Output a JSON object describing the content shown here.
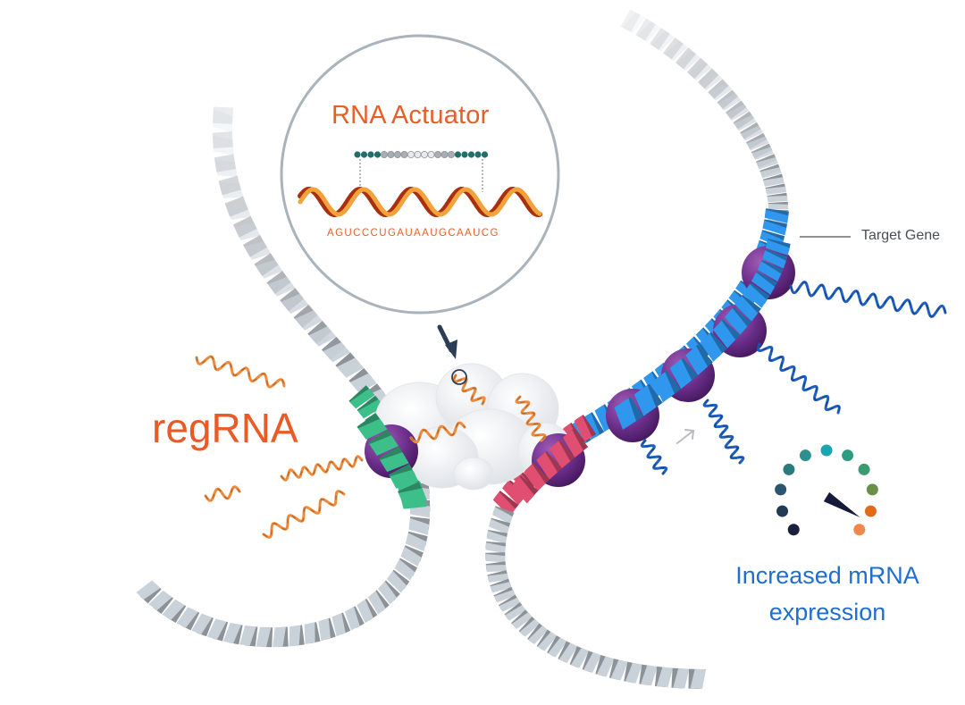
{
  "labels": {
    "rna_actuator": "RNA Actuator",
    "sequence": "AGUCCCUGAUAAUGCAAUCG",
    "regrna": "regRNA",
    "target_gene": "Target Gene",
    "increased_expression_line1": "Increased mRNA",
    "increased_expression_line2": "expression"
  },
  "colors": {
    "orange_text": "#e4602a",
    "blue_text": "#1f6fcf",
    "dark_text": "#4a4f57",
    "dna_gray": "#c9d1d9",
    "dna_green": "#3dbf8a",
    "dna_pink": "#e04e72",
    "dna_blue": "#2f97ee",
    "nucleosome_purple": "#6a2e8a",
    "rna_orange": "#f08a3a",
    "mrna_blue": "#1e5fbf",
    "arrow_dark": "#2b3e55"
  },
  "actuator_bar": {
    "dots": [
      "teal",
      "teal",
      "teal",
      "teal",
      "gray",
      "gray",
      "gray",
      "gray",
      "light",
      "light",
      "light",
      "light",
      "gray",
      "gray",
      "gray",
      "teal",
      "teal",
      "teal",
      "teal",
      "teal"
    ]
  },
  "gauge": {
    "dot_colors": [
      "#1a1f3d",
      "#213a55",
      "#2c5570",
      "#2a7a80",
      "#2f8f8f",
      "#1aa5b0",
      "#2e9c80",
      "#3a9a70",
      "#6b8f4a",
      "#e06b1c",
      "#f0874e"
    ],
    "level_fraction": 0.95
  }
}
